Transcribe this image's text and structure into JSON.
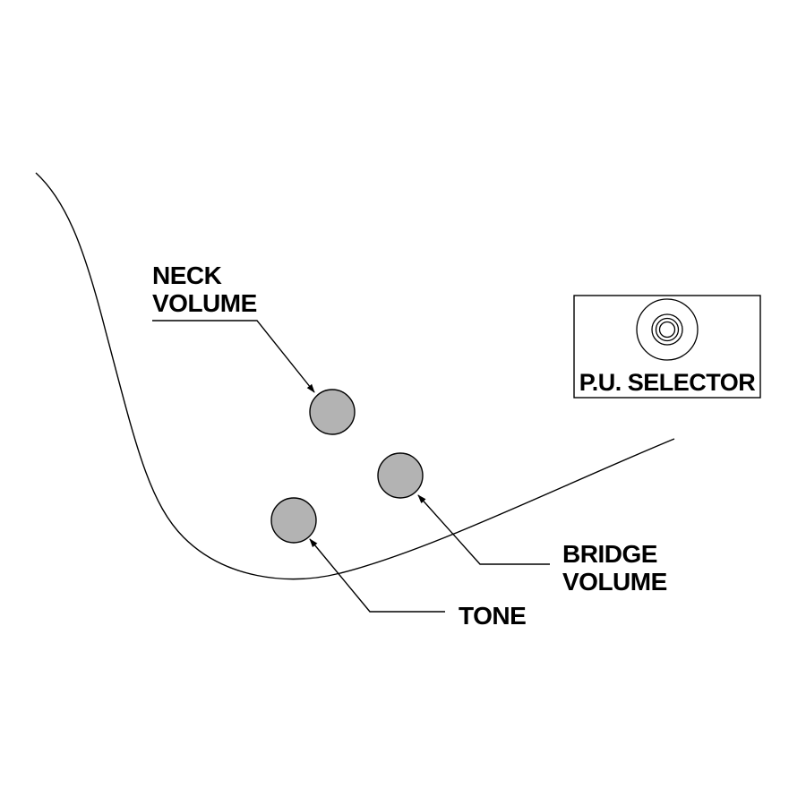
{
  "labels": {
    "neck_volume_line1": "NECK",
    "neck_volume_line2": "VOLUME",
    "bridge_volume_line1": "BRIDGE",
    "bridge_volume_line2": "VOLUME",
    "tone": "TONE",
    "pu_selector": "P.U. SELECTOR"
  },
  "colors": {
    "knob_fill": "#b3b3b3",
    "line": "#000000",
    "background": "#ffffff"
  }
}
